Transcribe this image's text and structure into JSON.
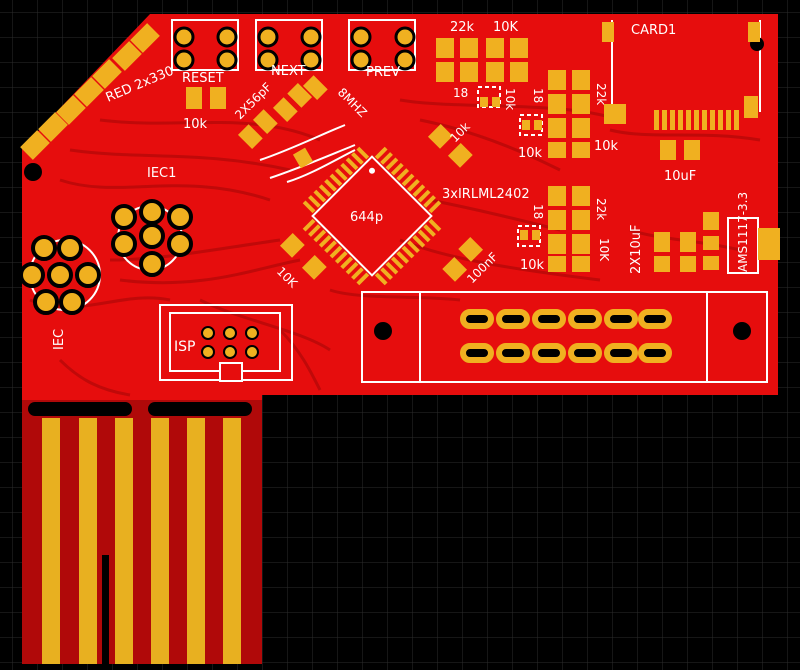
{
  "colors": {
    "background": "#000000",
    "grid": "#2a2a2a",
    "board": "#e60d0d",
    "trace": "#c40a0a",
    "pad": "#f0b020",
    "silk": "#ffffff",
    "edge_connector_gap": "#8a0000"
  },
  "board": {
    "labels": {
      "red": "RED 2x330",
      "reset": "RESET",
      "next": "NEXT",
      "prev": "PREV",
      "r_10k_reset": "10k",
      "crystal_caps": "2X56pF",
      "crystal": "8MHZ",
      "r_22k_top": "22k",
      "r_10k_top": "10K",
      "transistor_18_top": "18",
      "r_10k_mid_vert": "10k",
      "transistor_18_mid": "18",
      "r_22k_right": "22k",
      "r_10k_mid": "10k",
      "r_10k_right": "10k",
      "card": "CARD1",
      "cap_10uf": "10uF",
      "r_10k_mcu": "10k",
      "iec1": "IEC1",
      "mcu": "644p",
      "mosfets": "3xIRLML2402",
      "transistor_18_low": "18",
      "r_22k_low": "22k",
      "r_10k_low_right": "10K",
      "r_10k_low": "10k",
      "cap_100nf": "100nF",
      "r_10k_bottom": "10K",
      "caps_2x10uf": "2X10uF",
      "regulator": "AMS1117-3.3",
      "iec": "IEC",
      "isp": "ISP"
    }
  }
}
